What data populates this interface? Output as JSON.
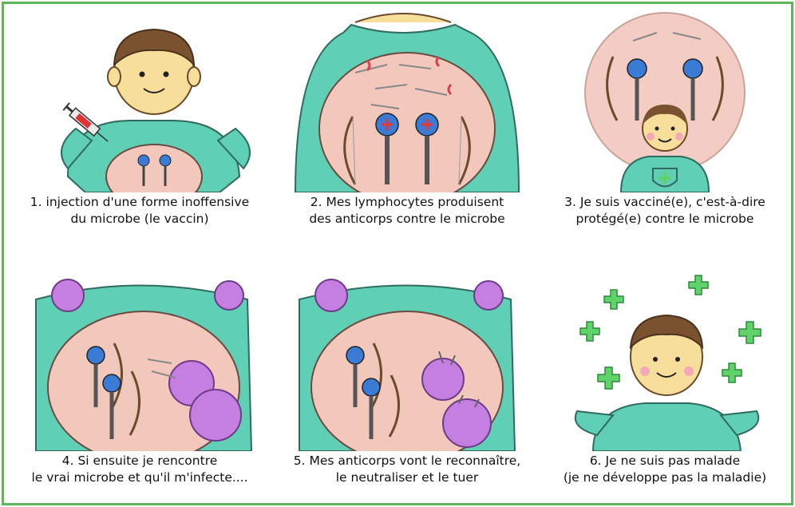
{
  "colors": {
    "border": "#5fb55a",
    "shirt": "#5fcfb6",
    "skin": "#f7df9b",
    "hair": "#7a5230",
    "belly": "#f2c8bd",
    "microbe": "#c57fe0",
    "cross": "#5fd36a"
  },
  "panels": [
    {
      "id": "injection",
      "icons": [
        "syringe-icon",
        "child",
        "lymphocytes"
      ],
      "caption": [
        "1. injection d'une forme inoffensive",
        "du microbe (le vaccin)"
      ]
    },
    {
      "id": "antibodies",
      "icons": [
        "lymphocyte-archers",
        "antibody-arrows"
      ],
      "caption": [
        "2. Mes lymphocytes produisent",
        "des anticorps contre le microbe"
      ]
    },
    {
      "id": "protected",
      "icons": [
        "protective-bubble",
        "child",
        "shield-icon"
      ],
      "caption": [
        "3. Je suis vacciné(e), c'est-à-dire",
        "protégé(e) contre le microbe"
      ]
    },
    {
      "id": "infection",
      "icons": [
        "microbe-icon",
        "archers",
        "microbes"
      ],
      "caption": [
        "4. Si ensuite je rencontre",
        "le vrai microbe et qu'il m'infecte...."
      ]
    },
    {
      "id": "neutralize",
      "icons": [
        "microbe-icon",
        "archers",
        "microbes"
      ],
      "caption": [
        "5. Mes anticorps vont le reconnaître,",
        "le neutraliser et le tuer"
      ]
    },
    {
      "id": "healthy",
      "icons": [
        "plus-icon",
        "child"
      ],
      "caption": [
        "6. Je ne suis pas malade",
        "(je ne développe pas la maladie)"
      ]
    }
  ]
}
